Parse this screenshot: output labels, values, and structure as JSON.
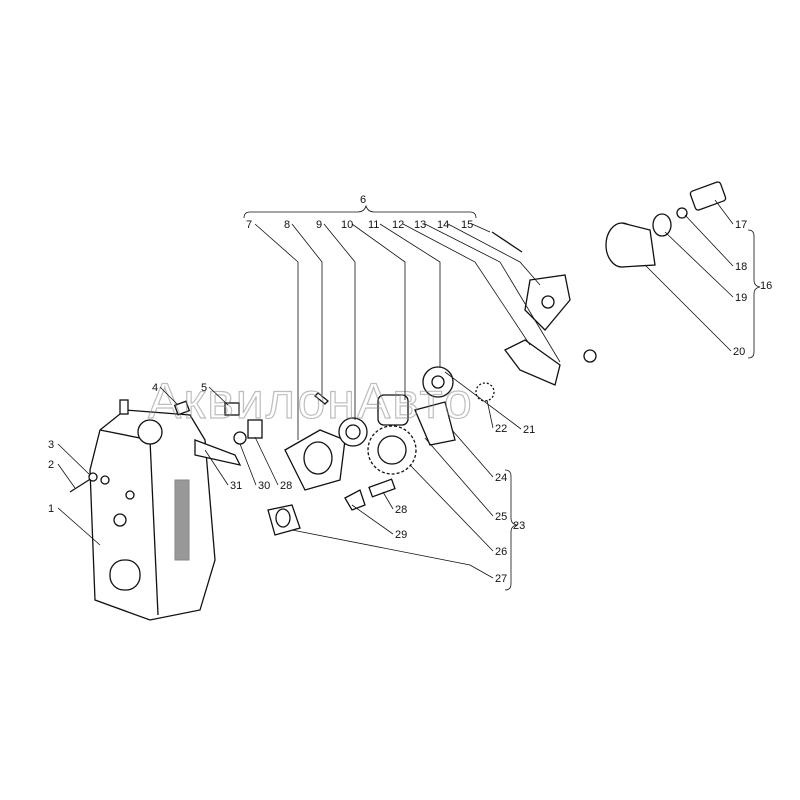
{
  "watermark": "АквилонАвто",
  "labels": [
    "1",
    "2",
    "3",
    "4",
    "5",
    "6",
    "7",
    "8",
    "9",
    "10",
    "11",
    "12",
    "13",
    "14",
    "15",
    "16",
    "17",
    "18",
    "19",
    "20",
    "21",
    "22",
    "23",
    "24",
    "25",
    "26",
    "27",
    "28",
    "28",
    "29",
    "30",
    "31"
  ]
}
